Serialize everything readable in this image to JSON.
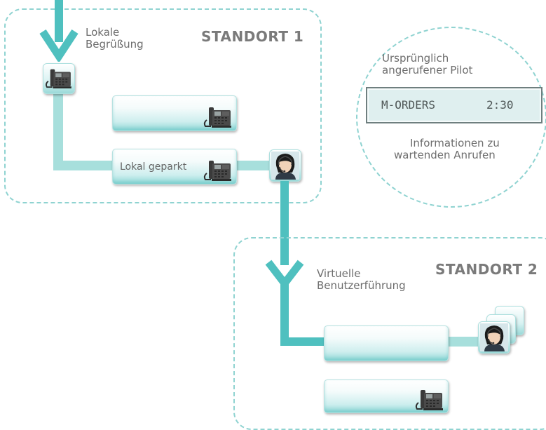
{
  "site1": {
    "title": "STANDORT 1",
    "greeting_line1": "Lokale",
    "greeting_line2": "Begrüßung",
    "parked_label": "Lokal geparkt"
  },
  "site2": {
    "title": "STANDORT 2",
    "guide_line1": "Virtuelle",
    "guide_line2": "Benutzerführung"
  },
  "info": {
    "pilot_line1": "Ursprünglich",
    "pilot_line2": "angerufener Pilot",
    "display_name": "M-ORDERS",
    "display_time": "2:30",
    "waiting_line1": "Informationen zu",
    "waiting_line2": "wartenden Anrufen"
  },
  "colors": {
    "accent": "#4fc0bf",
    "line_light": "#a7dfdc",
    "dash": "#8fd3d1"
  },
  "icons": [
    "phone-icon",
    "agent-icon",
    "arrow-down-icon"
  ]
}
